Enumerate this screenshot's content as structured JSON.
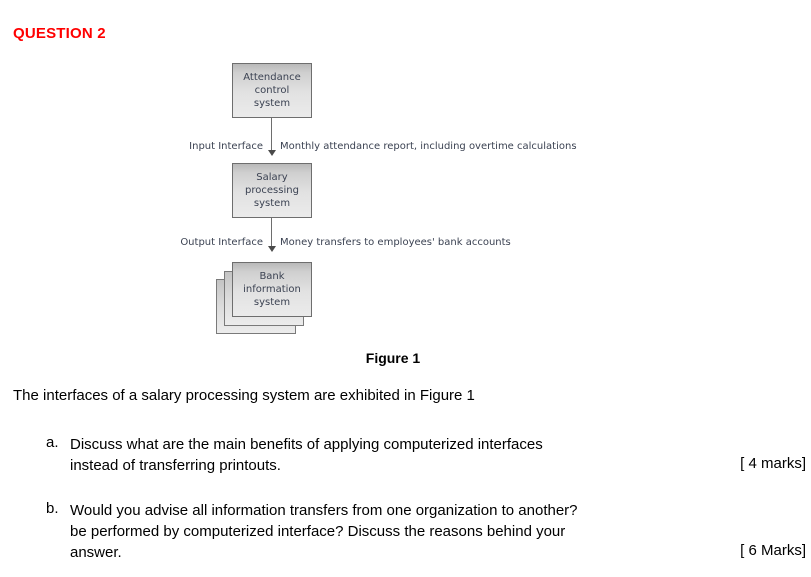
{
  "heading": "QUESTION 2",
  "figure": {
    "caption": "Figure 1",
    "nodes": [
      {
        "id": "attendance-control-system",
        "lines": [
          "Attendance",
          "control",
          "system"
        ],
        "stacked": false
      },
      {
        "id": "salary-processing-system",
        "lines": [
          "Salary",
          "processing",
          "system"
        ],
        "stacked": false
      },
      {
        "id": "bank-information-system",
        "lines": [
          "Bank",
          "information",
          "system"
        ],
        "stacked": true
      }
    ],
    "edges": [
      {
        "id": "input-interface-edge",
        "interface_label": "Input Interface",
        "data_label": "Monthly attendance report, including overtime calculations"
      },
      {
        "id": "output-interface-edge",
        "interface_label": "Output Interface",
        "data_label": "Money transfers to employees' bank accounts"
      }
    ]
  },
  "intro": "The interfaces of a salary processing system are exhibited in Figure 1",
  "questions": [
    {
      "marker": "a.",
      "lines": [
        "Discuss what are the main benefits of applying computerized interfaces",
        "instead of transferring printouts."
      ],
      "marks": "[ 4 marks]"
    },
    {
      "marker": "b.",
      "lines": [
        "Would you advise all information transfers from one organization to another?",
        "be performed by computerized interface? Discuss the reasons behind your",
        "answer."
      ],
      "marks": "[ 6 Marks]"
    }
  ],
  "colors": {
    "heading": "#FF0000",
    "box_border": "#6e6e6e",
    "box_text": "#3b4252",
    "body_text": "#000000",
    "background": "#ffffff"
  }
}
